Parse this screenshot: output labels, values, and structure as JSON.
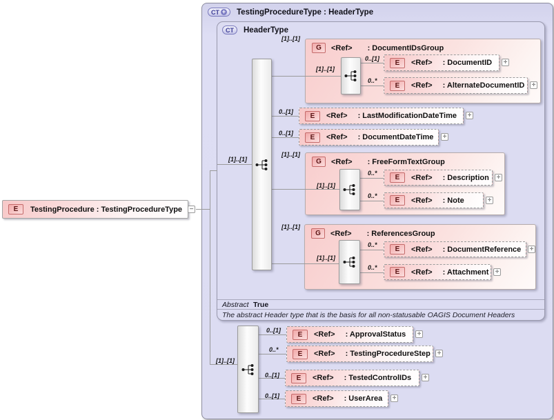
{
  "labels": {
    "ref": "<Ref>",
    "expand": "+",
    "collapse": "−",
    "ct": "CT",
    "e": "E",
    "g": "G"
  },
  "cardinalities": {
    "one_one": "[1]..[1]",
    "zero_one": "0..[1]",
    "zero_many": "0..*"
  },
  "root_element": {
    "name": "TestingProcedure : TestingProcedureType"
  },
  "container": {
    "title": "TestingProcedureType : HeaderType"
  },
  "header_type": {
    "title": "HeaderType",
    "abstract_label": "Abstract",
    "abstract_value": "True",
    "description": "The abstract Header type that is the basis for all non-statusable OAGIS Document Headers"
  },
  "elements": {
    "document_ids_group": ": DocumentIDsGroup",
    "document_id": ": DocumentID",
    "alternate_document_id": ": AlternateDocumentID",
    "last_modification_date_time": ": LastModificationDateTime",
    "document_date_time": ": DocumentDateTime",
    "free_form_text_group": ": FreeFormTextGroup",
    "description": ": Description",
    "note": ": Note",
    "references_group": ": ReferencesGroup",
    "document_reference": ": DocumentReference",
    "attachment": ": Attachment",
    "approval_status": ": ApprovalStatus",
    "testing_procedure_step": ": TestingProcedureStep",
    "tested_control_ids": ": TestedControlIDs",
    "user_area": ": UserArea"
  },
  "colors": {
    "lavender": "#dcdcf2",
    "pink": "#f7c8c8",
    "line": "#9a9a9a",
    "badge_border": "#c46a6a"
  }
}
